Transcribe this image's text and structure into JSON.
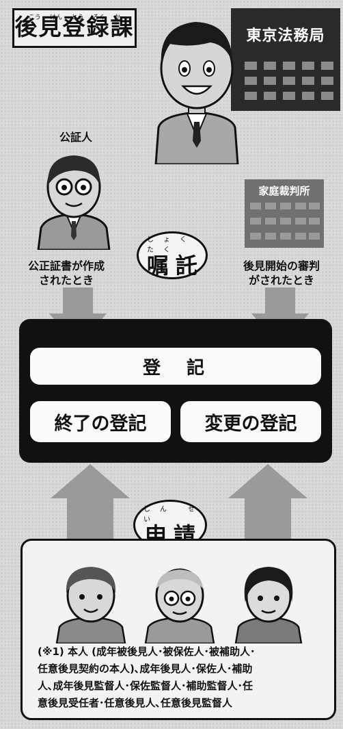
{
  "title": {
    "text": "後見登録課",
    "ruby": [
      "こう",
      "けん",
      "とう",
      "ろく",
      "か"
    ]
  },
  "bureau": {
    "name": "東京法務局"
  },
  "notary": {
    "label": "公証人",
    "caption": "公正証書が作成\nされたとき"
  },
  "commission": {
    "ruby": "しょく たく",
    "text": "嘱託"
  },
  "court": {
    "name": "家庭裁判所",
    "caption": "後見開始の審判\nがされたとき"
  },
  "registry": {
    "main": "登　記",
    "termination": "終了の登記",
    "change": "変更の登記"
  },
  "application": {
    "ruby": "しん せい",
    "text": "申請"
  },
  "applicants": {
    "note": "(※1) 本人 (成年被後見人･被保佐人･被補助人･\n任意後見契約の本人)､成年後見人･保佐人･補助\n人､成年後見監督人･保佐監督人･補助監督人･任\n意後見受任者･任意後見人､任意後見監督人"
  },
  "colors": {
    "dark": "#111111",
    "arrow": "#9a9a9a",
    "panel": "#f3f3f3"
  }
}
